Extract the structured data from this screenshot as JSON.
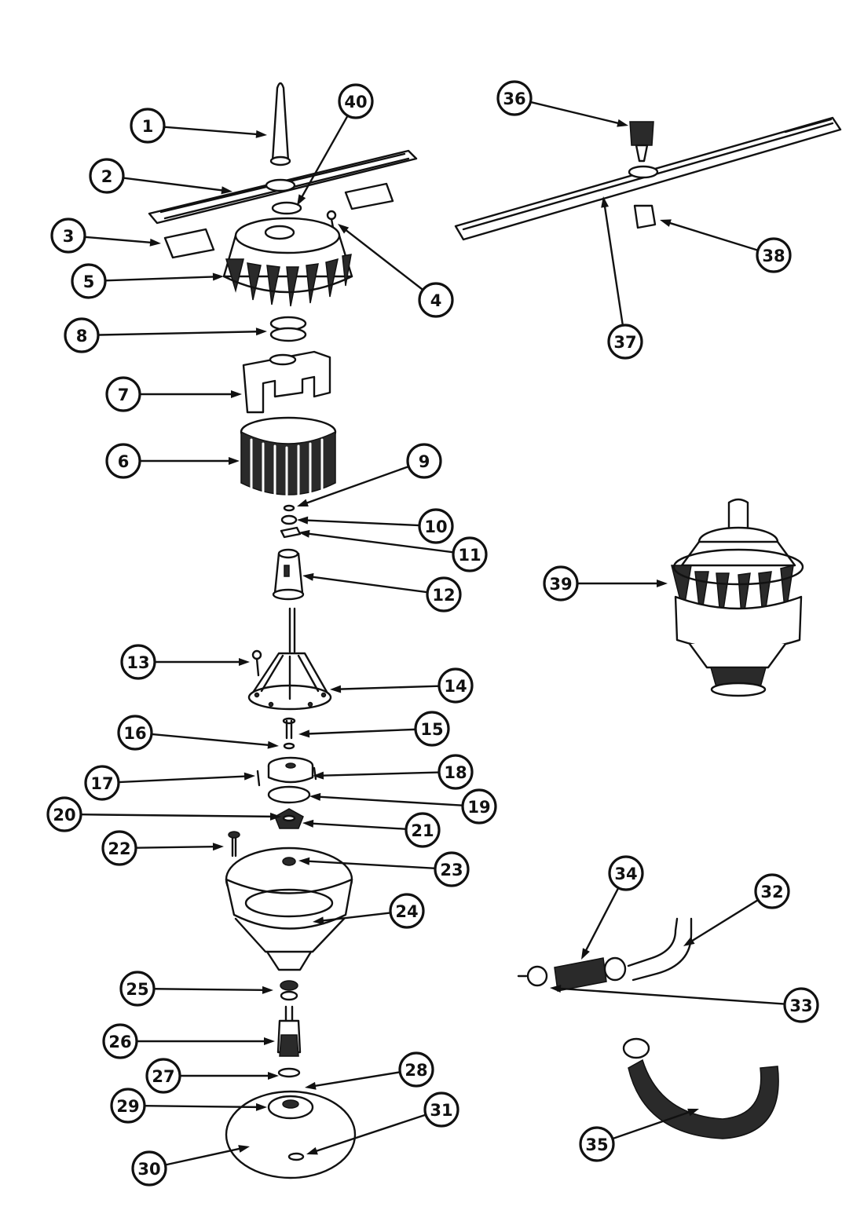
{
  "diagram": {
    "callouts": [
      {
        "label": "1"
      },
      {
        "label": "2"
      },
      {
        "label": "3"
      },
      {
        "label": "4"
      },
      {
        "label": "5"
      },
      {
        "label": "6"
      },
      {
        "label": "7"
      },
      {
        "label": "8"
      },
      {
        "label": "9"
      },
      {
        "label": "10"
      },
      {
        "label": "11"
      },
      {
        "label": "12"
      },
      {
        "label": "13"
      },
      {
        "label": "14"
      },
      {
        "label": "15"
      },
      {
        "label": "16"
      },
      {
        "label": "17"
      },
      {
        "label": "18"
      },
      {
        "label": "19"
      },
      {
        "label": "20"
      },
      {
        "label": "21"
      },
      {
        "label": "22"
      },
      {
        "label": "23"
      },
      {
        "label": "24"
      },
      {
        "label": "25"
      },
      {
        "label": "26"
      },
      {
        "label": "27"
      },
      {
        "label": "28"
      },
      {
        "label": "29"
      },
      {
        "label": "30"
      },
      {
        "label": "31"
      },
      {
        "label": "32"
      },
      {
        "label": "33"
      },
      {
        "label": "34"
      },
      {
        "label": "35"
      },
      {
        "label": "36"
      },
      {
        "label": "37"
      },
      {
        "label": "38"
      },
      {
        "label": "39"
      },
      {
        "label": "40"
      }
    ]
  }
}
